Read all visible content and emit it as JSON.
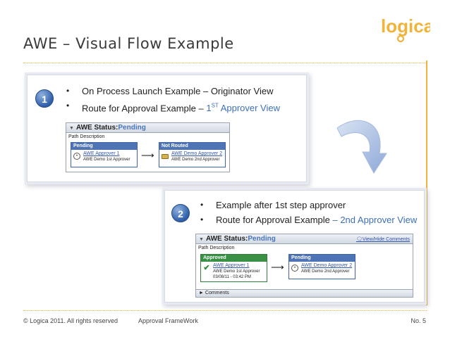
{
  "slide": {
    "title": "AWE – Visual Flow Example",
    "logo_text": "logica"
  },
  "colors": {
    "accent": "#f2b33a",
    "link_blue": "#3d6fb8",
    "step_header_blue": "#4f74b6",
    "approved_green": "#3a9146"
  },
  "panel1": {
    "step_number": "1",
    "bullet1": "On Process Launch Example – Originator View",
    "bullet2_prefix": "Route for Approval Example – ",
    "bullet2_highlight_pre": "1",
    "bullet2_highlight_sup": "ST",
    "bullet2_highlight_post": " Approver View",
    "status": {
      "label": "AWE Status:",
      "value": "Pending",
      "path_description": "Path Description",
      "steps": [
        {
          "header": "Pending",
          "icon": "clock-icon",
          "approver_link": "AWE Approver 1",
          "approver_sub": "AWE Demo 1st Approver"
        },
        {
          "header": "Not Routed",
          "icon": "folder-icon",
          "approver_link": "AWE Demo Approver 2",
          "approver_sub": "AWE Demo 2nd Approver"
        }
      ]
    }
  },
  "panel2": {
    "step_number": "2",
    "bullet1": "Example after 1st step approver",
    "bullet2_prefix": "Route for Approval Example ",
    "bullet2_highlight": "– 2nd Approver View",
    "status": {
      "label": "AWE Status:",
      "value": "Pending",
      "view_hide": "View/Hide Comments",
      "path_description": "Path Description",
      "steps": [
        {
          "header": "Approved",
          "icon": "check-icon",
          "approver_link": "AWE Approver 1",
          "approver_sub": "AWE Demo 1st Approver",
          "date": "03/08/11 - 03:42 PM"
        },
        {
          "header": "Pending",
          "icon": "clock-icon",
          "approver_link": "AWE Demo Approver 2",
          "approver_sub": "AWE Demo 2nd Approver"
        }
      ],
      "comments_label": "Comments"
    }
  },
  "footer": {
    "copyright": "© Logica 2011. All rights reserved",
    "framework": "Approval FrameWork",
    "page": "No. 5"
  }
}
